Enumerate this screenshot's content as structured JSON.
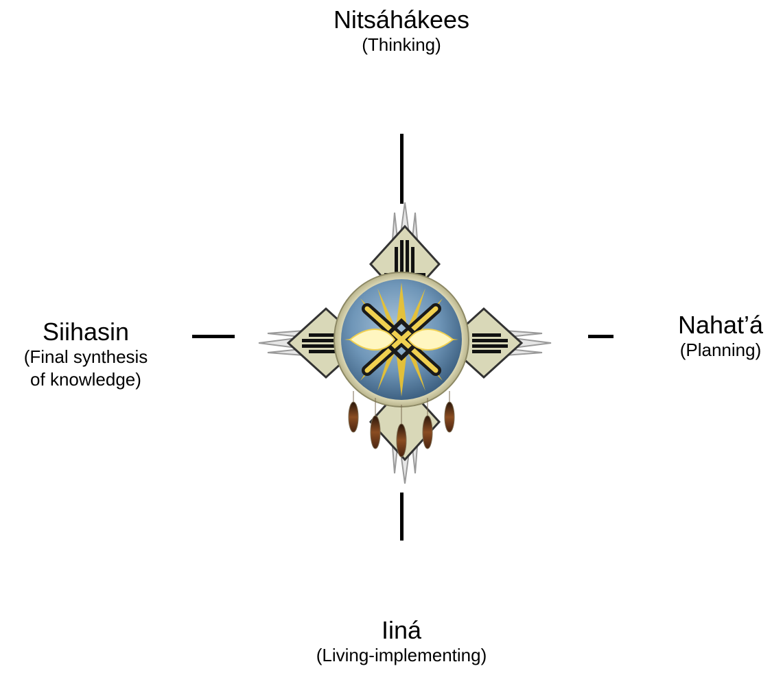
{
  "directions": {
    "north": {
      "name": "Nitsáhákees",
      "meaning": "(Thinking)"
    },
    "east": {
      "name": "Nahat’á",
      "meaning": "(Planning)"
    },
    "south": {
      "name": "Iiná",
      "meaning": "(Living-implementing)"
    },
    "west": {
      "name": "Siihasin",
      "meaning": "(Final synthesis\nof knowledge)"
    }
  },
  "emblem": {
    "icon": "four-directions-shield-emblem",
    "colors": {
      "shield_blue": "#6f96b8",
      "gold": "#e8c234",
      "diamond_fill": "#d9d8b8",
      "feather_brown": "#6b3a1c"
    }
  }
}
